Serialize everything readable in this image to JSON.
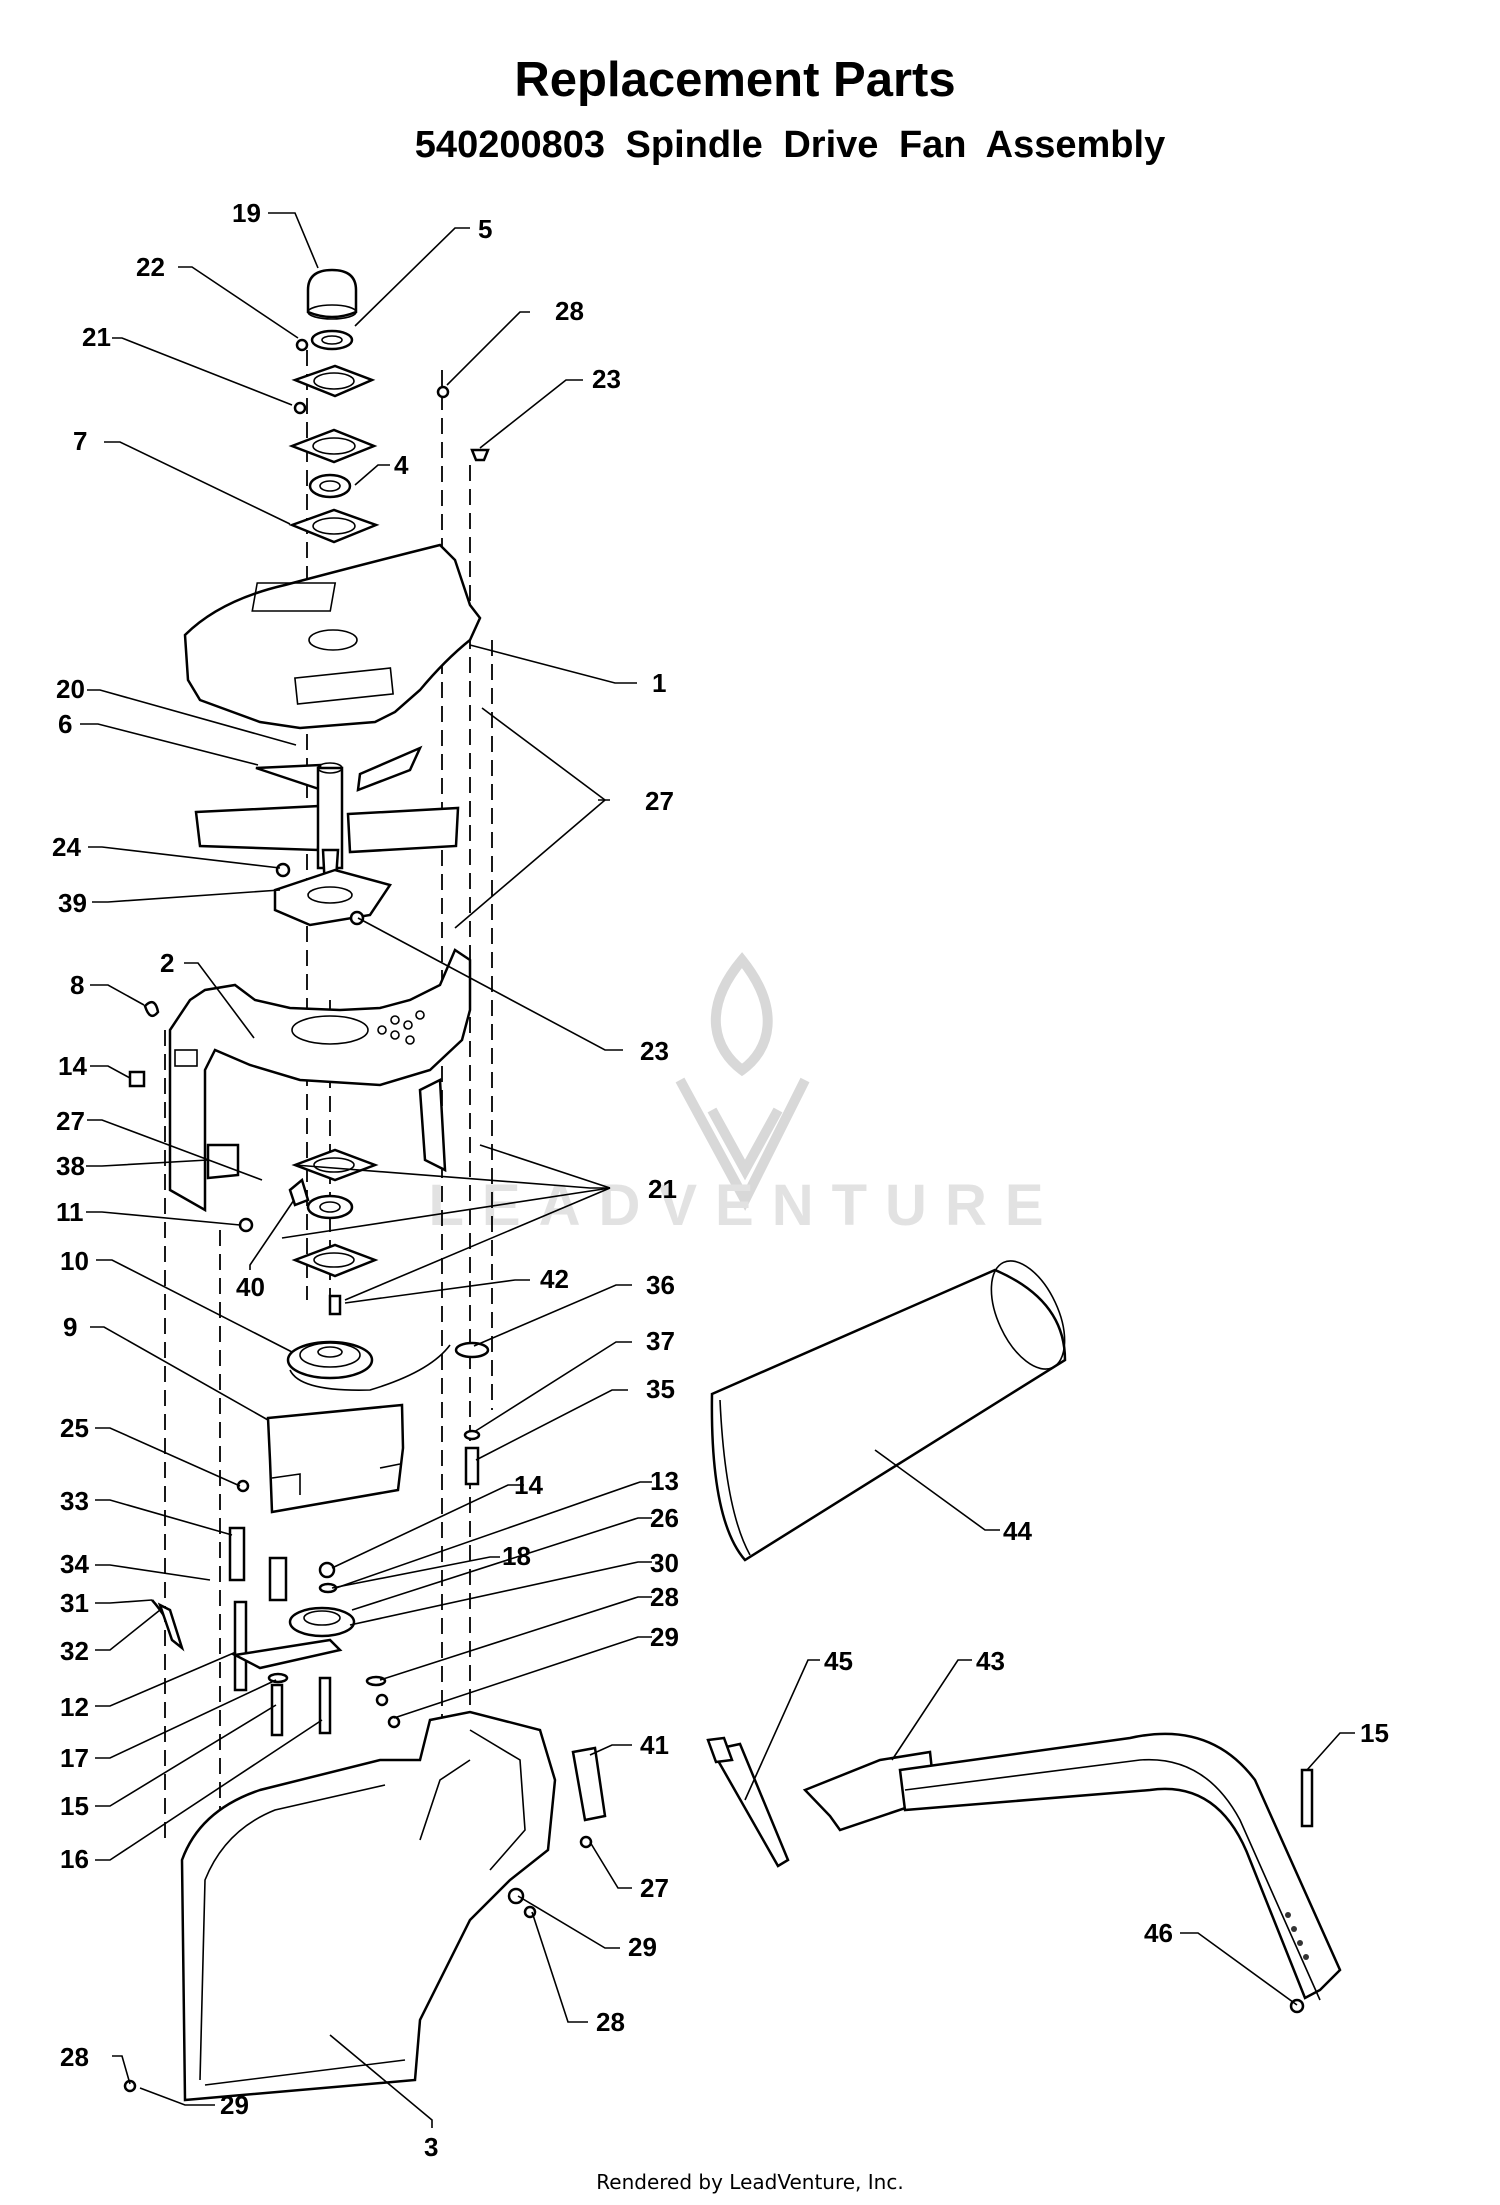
{
  "header": {
    "title": "Replacement Parts",
    "subtitle": "540200803   Spindle Drive Fan Assembly"
  },
  "footer": {
    "rendered_by": "Rendered by LeadVenture, Inc."
  },
  "watermark": {
    "text": "LEADVENTURE",
    "color": "#d9d9d9"
  },
  "callouts": [
    {
      "id": "c1",
      "label": "19"
    },
    {
      "id": "c2",
      "label": "5"
    },
    {
      "id": "c3",
      "label": "22"
    },
    {
      "id": "c4",
      "label": "28"
    },
    {
      "id": "c5",
      "label": "21"
    },
    {
      "id": "c6",
      "label": "23"
    },
    {
      "id": "c7",
      "label": "7"
    },
    {
      "id": "c8",
      "label": "4"
    },
    {
      "id": "c9",
      "label": "1"
    },
    {
      "id": "c10",
      "label": "20"
    },
    {
      "id": "c11",
      "label": "6"
    },
    {
      "id": "c12",
      "label": "27"
    },
    {
      "id": "c13",
      "label": "24"
    },
    {
      "id": "c14",
      "label": "39"
    },
    {
      "id": "c15",
      "label": "2"
    },
    {
      "id": "c16",
      "label": "8"
    },
    {
      "id": "c17",
      "label": "23"
    },
    {
      "id": "c18",
      "label": "14"
    },
    {
      "id": "c19",
      "label": "27"
    },
    {
      "id": "c20",
      "label": "38"
    },
    {
      "id": "c21",
      "label": "21"
    },
    {
      "id": "c22",
      "label": "11"
    },
    {
      "id": "c23",
      "label": "10"
    },
    {
      "id": "c24",
      "label": "40"
    },
    {
      "id": "c25",
      "label": "42"
    },
    {
      "id": "c26",
      "label": "36"
    },
    {
      "id": "c27",
      "label": "9"
    },
    {
      "id": "c28",
      "label": "37"
    },
    {
      "id": "c29",
      "label": "35"
    },
    {
      "id": "c30",
      "label": "25"
    },
    {
      "id": "c31",
      "label": "14"
    },
    {
      "id": "c32",
      "label": "13"
    },
    {
      "id": "c33",
      "label": "33"
    },
    {
      "id": "c34",
      "label": "18"
    },
    {
      "id": "c35",
      "label": "26"
    },
    {
      "id": "c36",
      "label": "44"
    },
    {
      "id": "c37",
      "label": "34"
    },
    {
      "id": "c38",
      "label": "30"
    },
    {
      "id": "c39",
      "label": "31"
    },
    {
      "id": "c40",
      "label": "28"
    },
    {
      "id": "c41",
      "label": "32"
    },
    {
      "id": "c42",
      "label": "29"
    },
    {
      "id": "c43",
      "label": "45"
    },
    {
      "id": "c44",
      "label": "43"
    },
    {
      "id": "c45",
      "label": "12"
    },
    {
      "id": "c46",
      "label": "15"
    },
    {
      "id": "c47",
      "label": "17"
    },
    {
      "id": "c48",
      "label": "41"
    },
    {
      "id": "c49",
      "label": "15"
    },
    {
      "id": "c50",
      "label": "16"
    },
    {
      "id": "c51",
      "label": "27"
    },
    {
      "id": "c52",
      "label": "46"
    },
    {
      "id": "c53",
      "label": "28"
    },
    {
      "id": "c54",
      "label": "29"
    },
    {
      "id": "c55",
      "label": "28"
    },
    {
      "id": "c56",
      "label": "29"
    },
    {
      "id": "c57",
      "label": "3"
    }
  ]
}
